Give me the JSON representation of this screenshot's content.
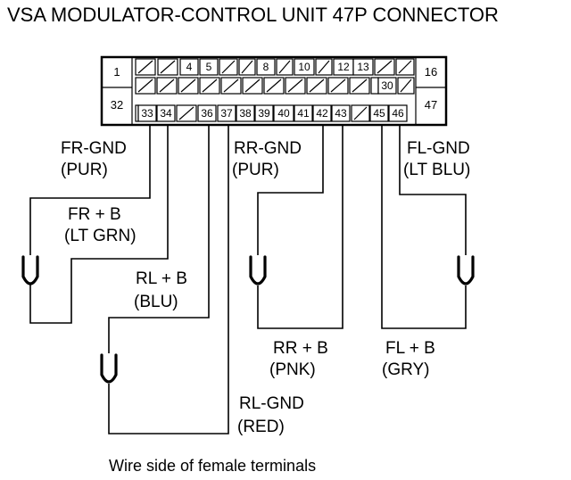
{
  "title": "VSA MODULATOR-CONTROL UNIT 47P CONNECTOR",
  "caption": "Wire side of female terminals",
  "connector": {
    "row1": {
      "left": "1",
      "right": "16",
      "numbers": [
        "4",
        "5",
        "8",
        "10",
        "12",
        "13"
      ]
    },
    "row2": {
      "numbers": [
        "30"
      ]
    },
    "row3": {
      "left": "32",
      "right": "47",
      "numbers": [
        "33",
        "34",
        "36",
        "37",
        "38",
        "39",
        "40",
        "41",
        "42",
        "43",
        "45",
        "46"
      ]
    }
  },
  "wires": {
    "fr_gnd": {
      "name": "FR-GND",
      "color": "(PUR)"
    },
    "fr_b": {
      "name": "FR  + B",
      "color": "(LT GRN)"
    },
    "rl_b": {
      "name": "RL  + B",
      "color": "(BLU)"
    },
    "rl_gnd": {
      "name": "RL-GND",
      "color": "(RED)"
    },
    "rr_gnd": {
      "name": "RR-GND",
      "color": "(PUR)"
    },
    "rr_b": {
      "name": "RR  + B",
      "color": "(PNK)"
    },
    "fl_gnd": {
      "name": "FL-GND",
      "color": "(LT BLU)"
    },
    "fl_b": {
      "name": "FL  + B",
      "color": "(GRY)"
    }
  },
  "sensors": [
    {
      "name": "front-right-wheel-sensor",
      "icon": "wheel-sensor-icon"
    },
    {
      "name": "rear-left-wheel-sensor",
      "icon": "wheel-sensor-icon"
    },
    {
      "name": "rear-right-wheel-sensor",
      "icon": "wheel-sensor-icon"
    },
    {
      "name": "front-left-wheel-sensor",
      "icon": "wheel-sensor-icon"
    }
  ]
}
